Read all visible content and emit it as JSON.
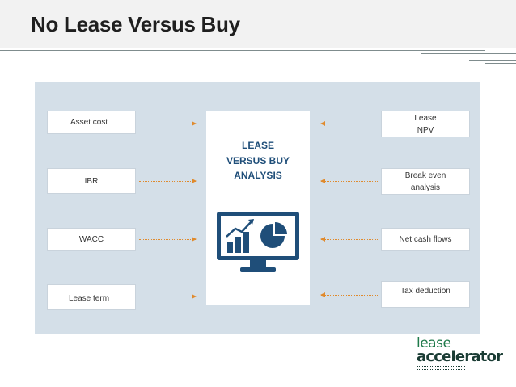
{
  "header": {
    "title": "No Lease Versus Buy"
  },
  "diagram": {
    "center": {
      "line1": "LEASE",
      "line2": "VERSUS BUY",
      "line3": "ANALYSIS",
      "icon": "monitor-chart-icon"
    },
    "inputs": [
      "Asset cost",
      "IBR",
      "WACC",
      "Lease term"
    ],
    "outputs": [
      {
        "line1": "Lease",
        "line2": "NPV"
      },
      {
        "line1": "Break even",
        "line2": "analysis"
      },
      {
        "line1": "Net cash flows",
        "line2": ""
      },
      {
        "line1": "Tax deduction",
        "line2": ""
      }
    ]
  },
  "logo": {
    "line1": "lease",
    "line2": "accelerator",
    "icon": "lease-accelerator-logo"
  },
  "colors": {
    "panel": "#d4dfe8",
    "accent_blue": "#1f4e79",
    "arrow_orange": "#e08a2c"
  }
}
